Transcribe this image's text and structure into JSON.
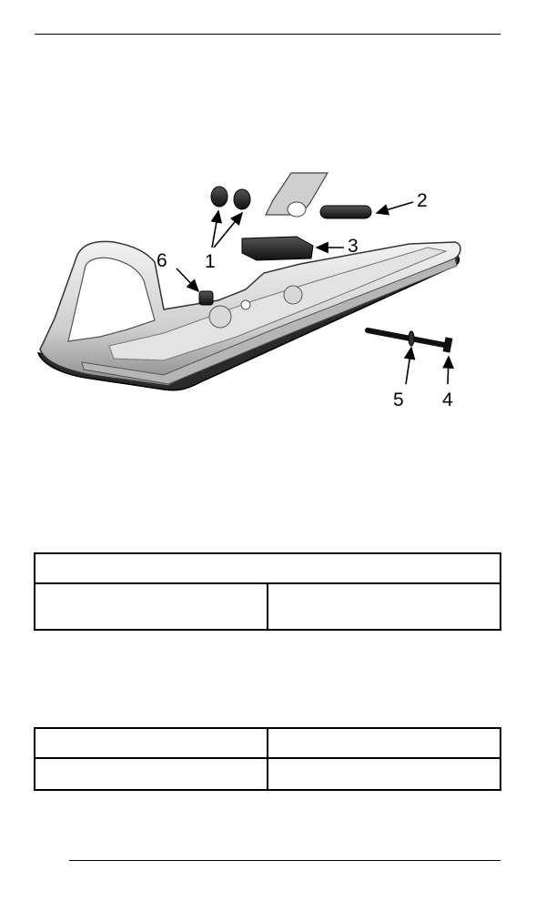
{
  "figure": {
    "callouts": {
      "c1": "1",
      "c2": "2",
      "c3": "3",
      "c4": "4",
      "c5": "5",
      "c6": "6"
    }
  },
  "table_1": {
    "header": "",
    "cells": [
      "",
      ""
    ]
  },
  "table_2": {
    "rows": [
      [
        "",
        ""
      ],
      [
        "",
        ""
      ]
    ]
  }
}
